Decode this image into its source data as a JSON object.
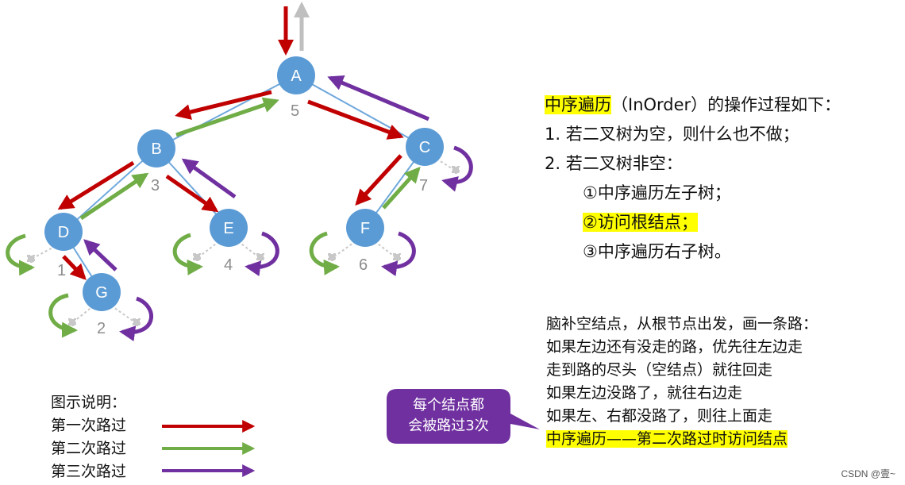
{
  "tree": {
    "nodes": [
      "A",
      "B",
      "C",
      "D",
      "E",
      "F",
      "G"
    ],
    "visit_order": [
      "1",
      "2",
      "3",
      "4",
      "5",
      "6",
      "7"
    ]
  },
  "rules": {
    "title": "中序遍历",
    "title_rest": "（InOrder）的操作过程如下：",
    "step1": "1.  若二叉树为空，则什么也不做；",
    "step2": "2.  若二叉树非空：",
    "sub1": "①中序遍历左子树；",
    "sub2": "②访问根结点；",
    "sub3": "③中序遍历右子树。"
  },
  "notes": {
    "lines": [
      "脑补空结点，从根节点出发，画一条路：",
      "如果左边还有没走的路，优先往左边走",
      "走到路的尽头（空结点）就往回走",
      "如果左边没路了，就往右边走",
      "如果左、右都没路了，则往上面走"
    ],
    "summary": "中序遍历——第二次路过时访问结点"
  },
  "callout": {
    "line1": "每个结点都",
    "line2": "会被路过3次"
  },
  "legend": {
    "title": "图示说明：",
    "first": "第一次路过",
    "second": "第二次路过",
    "third": "第三次路过"
  },
  "footer": "CSDN @壹~",
  "colors": {
    "node_fill": "#5b9bd5",
    "first_pass": "#c00000",
    "second_pass": "#70ad47",
    "third_pass": "#7030a0",
    "callout_fill": "#7030a0",
    "highlight": "#ffff00"
  }
}
